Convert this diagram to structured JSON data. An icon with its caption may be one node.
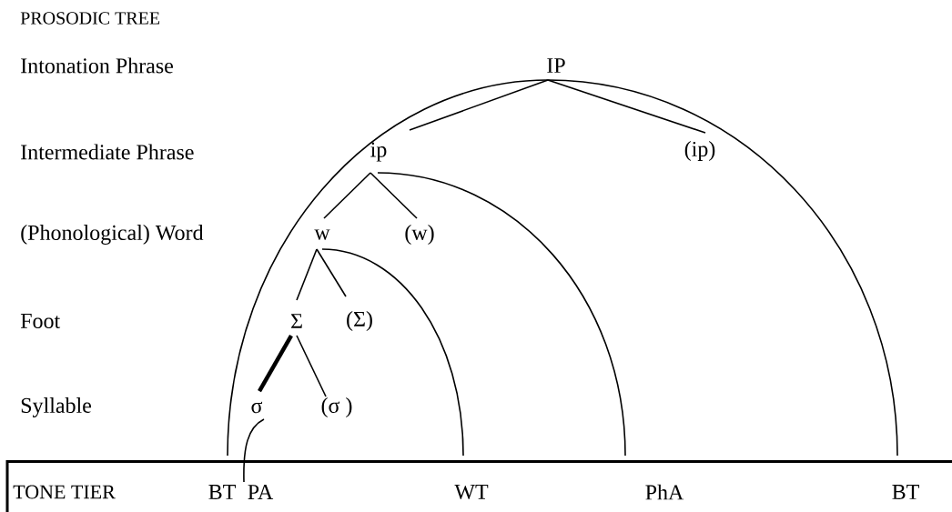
{
  "diagram": {
    "nodes": [
      {
        "text": [
          "IP"
        ]
      },
      {
        "text": [
          "ip"
        ]
      },
      {
        "text": [
          "(ip)"
        ]
      },
      {
        "text": [
          "w"
        ]
      },
      {
        "text": [
          "(w)"
        ]
      },
      {
        "text": [
          "Σ"
        ]
      },
      {
        "text": [
          "(Σ)"
        ]
      },
      {
        "text": [
          "σ"
        ]
      },
      {
        "text": [
          "(σ )"
        ]
      },
      {
        "text": [
          "BT"
        ]
      },
      {
        "text": [
          "PA"
        ]
      },
      {
        "text": [
          "WT"
        ]
      },
      {
        "text": [
          "PhA"
        ]
      },
      {
        "text": [
          "BT"
        ]
      }
    ],
    "edges": [
      {
        "from": 0,
        "to": 1,
        "arrow": "none"
      },
      {
        "from": 0,
        "to": 2,
        "arrow": "none"
      },
      {
        "from": 1,
        "to": 3,
        "arrow": "none"
      },
      {
        "from": 1,
        "to": 4,
        "arrow": "none"
      },
      {
        "from": 3,
        "to": 5,
        "arrow": "none"
      },
      {
        "from": 3,
        "to": 6,
        "arrow": "none"
      },
      {
        "from": 5,
        "to": 7,
        "arrow": "none",
        "style": "thick"
      },
      {
        "from": 5,
        "to": 8,
        "arrow": "none"
      },
      {
        "from": 7,
        "to": 10,
        "arrow": "none"
      },
      {
        "from": 0,
        "to": 9,
        "arrow": "none"
      },
      {
        "from": 0,
        "to": 13,
        "arrow": "none"
      },
      {
        "from": 1,
        "to": 12,
        "arrow": "none"
      },
      {
        "from": 3,
        "to": 11,
        "arrow": "none"
      }
    ],
    "labels": [
      "PROSODIC TREE",
      "Intonation Phrase",
      "Intermediate Phrase",
      "(Phonological) Word",
      "Foot",
      "Syllable",
      "TONE TIER"
    ]
  }
}
